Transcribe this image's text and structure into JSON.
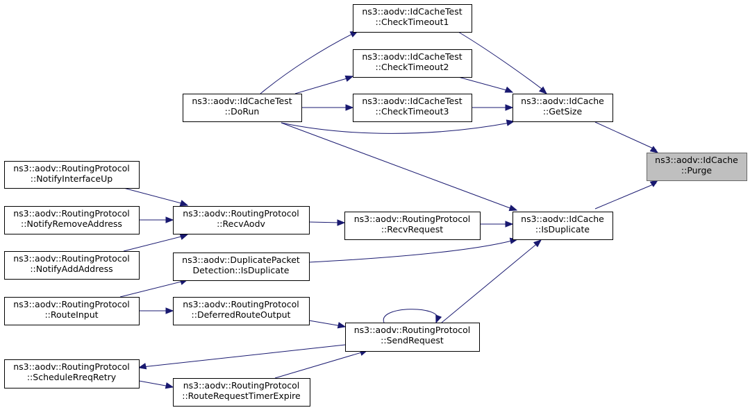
{
  "colors": {
    "edge": "#191970",
    "node_border": "#000000",
    "node_fill": "#ffffff",
    "highlight_fill": "#bfbfbf",
    "highlight_border": "#666666"
  },
  "nodes": [
    {
      "id": "purge",
      "lines": [
        "ns3::aodv::IdCache",
        "::Purge"
      ],
      "highlight": true
    },
    {
      "id": "getsize",
      "lines": [
        "ns3::aodv::IdCache",
        "::GetSize"
      ]
    },
    {
      "id": "isduplicate",
      "lines": [
        "ns3::aodv::IdCache",
        "::IsDuplicate"
      ]
    },
    {
      "id": "checktimeout1",
      "lines": [
        "ns3::aodv::IdCacheTest",
        "::CheckTimeout1"
      ]
    },
    {
      "id": "checktimeout2",
      "lines": [
        "ns3::aodv::IdCacheTest",
        "::CheckTimeout2"
      ]
    },
    {
      "id": "checktimeout3",
      "lines": [
        "ns3::aodv::IdCacheTest",
        "::CheckTimeout3"
      ]
    },
    {
      "id": "dorun",
      "lines": [
        "ns3::aodv::IdCacheTest",
        "::DoRun"
      ]
    },
    {
      "id": "recvrequest",
      "lines": [
        "ns3::aodv::RoutingProtocol",
        "::RecvRequest"
      ]
    },
    {
      "id": "recvaodv",
      "lines": [
        "ns3::aodv::RoutingProtocol",
        "::RecvAodv"
      ]
    },
    {
      "id": "dpd_isduplicate",
      "lines": [
        "ns3::aodv::DuplicatePacket",
        "Detection::IsDuplicate"
      ]
    },
    {
      "id": "sendrequest",
      "lines": [
        "ns3::aodv::RoutingProtocol",
        "::SendRequest"
      ]
    },
    {
      "id": "deferredrouteoutput",
      "lines": [
        "ns3::aodv::RoutingProtocol",
        "::DeferredRouteOutput"
      ]
    },
    {
      "id": "routerequesttimerexpire",
      "lines": [
        "ns3::aodv::RoutingProtocol",
        "::RouteRequestTimerExpire"
      ]
    },
    {
      "id": "notifyinterfaceup",
      "lines": [
        "ns3::aodv::RoutingProtocol",
        "::NotifyInterfaceUp"
      ]
    },
    {
      "id": "notifyremoveaddress",
      "lines": [
        "ns3::aodv::RoutingProtocol",
        "::NotifyRemoveAddress"
      ]
    },
    {
      "id": "notifyaddaddress",
      "lines": [
        "ns3::aodv::RoutingProtocol",
        "::NotifyAddAddress"
      ]
    },
    {
      "id": "routeinput",
      "lines": [
        "ns3::aodv::RoutingProtocol",
        "::RouteInput"
      ]
    },
    {
      "id": "schedulerreqretry",
      "lines": [
        "ns3::aodv::RoutingProtocol",
        "::ScheduleRreqRetry"
      ]
    }
  ],
  "edges": [
    {
      "from": "getsize",
      "to": "purge"
    },
    {
      "from": "isduplicate",
      "to": "purge"
    },
    {
      "from": "checktimeout1",
      "to": "getsize"
    },
    {
      "from": "checktimeout2",
      "to": "getsize"
    },
    {
      "from": "checktimeout3",
      "to": "getsize"
    },
    {
      "from": "dorun",
      "to": "getsize"
    },
    {
      "from": "dorun",
      "to": "checktimeout1"
    },
    {
      "from": "dorun",
      "to": "checktimeout2"
    },
    {
      "from": "dorun",
      "to": "checktimeout3"
    },
    {
      "from": "dorun",
      "to": "isduplicate"
    },
    {
      "from": "recvrequest",
      "to": "isduplicate"
    },
    {
      "from": "dpd_isduplicate",
      "to": "isduplicate"
    },
    {
      "from": "sendrequest",
      "to": "isduplicate"
    },
    {
      "from": "recvaodv",
      "to": "recvrequest"
    },
    {
      "from": "notifyinterfaceup",
      "to": "recvaodv"
    },
    {
      "from": "notifyremoveaddress",
      "to": "recvaodv"
    },
    {
      "from": "notifyaddaddress",
      "to": "recvaodv"
    },
    {
      "from": "routeinput",
      "to": "dpd_isduplicate"
    },
    {
      "from": "routeinput",
      "to": "deferredrouteoutput"
    },
    {
      "from": "deferredrouteoutput",
      "to": "sendrequest"
    },
    {
      "from": "sendrequest",
      "to": "sendrequest"
    },
    {
      "from": "sendrequest",
      "to": "schedulerreqretry"
    },
    {
      "from": "routerequesttimerexpire",
      "to": "sendrequest"
    },
    {
      "from": "schedulerreqretry",
      "to": "routerequesttimerexpire"
    }
  ]
}
